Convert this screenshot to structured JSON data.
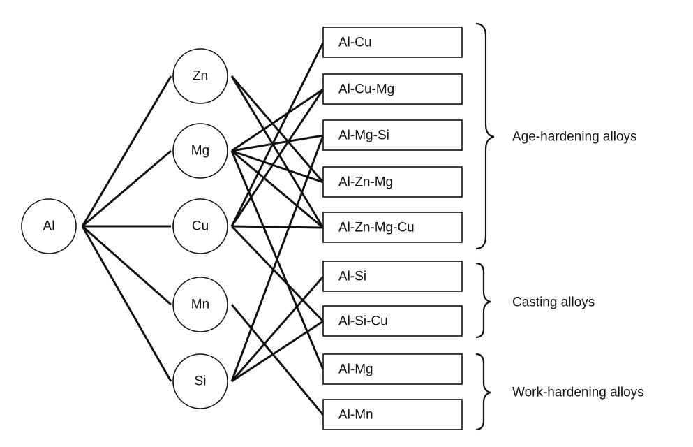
{
  "elements": [
    {
      "id": "Al",
      "label": "Al"
    },
    {
      "id": "Zn",
      "label": "Zn"
    },
    {
      "id": "Mg",
      "label": "Mg"
    },
    {
      "id": "Cu",
      "label": "Cu"
    },
    {
      "id": "Mn",
      "label": "Mn"
    },
    {
      "id": "Si",
      "label": "Si"
    }
  ],
  "alloys": [
    {
      "id": "al-cu",
      "label": "Al-Cu"
    },
    {
      "id": "al-cu-mg",
      "label": "Al-Cu-Mg"
    },
    {
      "id": "al-mg-si",
      "label": "Al-Mg-Si"
    },
    {
      "id": "al-zn-mg",
      "label": "Al-Zn-Mg"
    },
    {
      "id": "al-zn-mg-cu",
      "label": "Al-Zn-Mg-Cu"
    },
    {
      "id": "al-si",
      "label": "Al-Si"
    },
    {
      "id": "al-si-cu",
      "label": "Al-Si-Cu"
    },
    {
      "id": "al-mg",
      "label": "Al-Mg"
    },
    {
      "id": "al-mn",
      "label": "Al-Mn"
    }
  ],
  "groups": [
    {
      "id": "age",
      "label": "Age-hardening alloys"
    },
    {
      "id": "casting",
      "label": "Casting alloys"
    },
    {
      "id": "work",
      "label": "Work-hardening alloys"
    }
  ],
  "edges": [
    [
      "Al",
      "Zn"
    ],
    [
      "Al",
      "Mg"
    ],
    [
      "Al",
      "Cu"
    ],
    [
      "Al",
      "Mn"
    ],
    [
      "Al",
      "Si"
    ],
    [
      "Zn",
      "al-zn-mg"
    ],
    [
      "Zn",
      "al-zn-mg-cu"
    ],
    [
      "Mg",
      "al-cu-mg"
    ],
    [
      "Mg",
      "al-mg-si"
    ],
    [
      "Mg",
      "al-zn-mg"
    ],
    [
      "Mg",
      "al-zn-mg-cu"
    ],
    [
      "Mg",
      "al-mg"
    ],
    [
      "Cu",
      "al-cu"
    ],
    [
      "Cu",
      "al-cu-mg"
    ],
    [
      "Cu",
      "al-zn-mg-cu"
    ],
    [
      "Cu",
      "al-si-cu"
    ],
    [
      "Mn",
      "al-mn"
    ],
    [
      "Si",
      "al-mg-si"
    ],
    [
      "Si",
      "al-si"
    ],
    [
      "Si",
      "al-si-cu"
    ]
  ]
}
